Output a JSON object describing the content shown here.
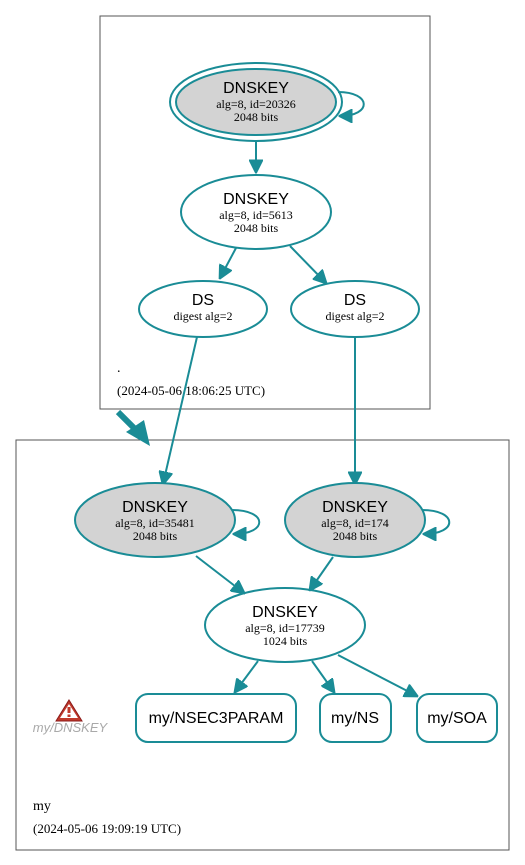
{
  "colors": {
    "accent": "#1a8c96",
    "ksk_fill": "#d3d3d3",
    "zone_border": "#555555",
    "warning_red": "#c0392b",
    "warning_text": "#a9a9a9"
  },
  "root_zone": {
    "name": ".",
    "timestamp": "(2024-05-06 18:06:25 UTC)",
    "ksk": {
      "title": "DNSKEY",
      "line1": "alg=8, id=20326",
      "line2": "2048 bits"
    },
    "zsk": {
      "title": "DNSKEY",
      "line1": "alg=8, id=5613",
      "line2": "2048 bits"
    },
    "ds_left": {
      "title": "DS",
      "line1": "digest alg=2"
    },
    "ds_right": {
      "title": "DS",
      "line1": "digest alg=2"
    }
  },
  "my_zone": {
    "name": "my",
    "timestamp": "(2024-05-06 19:09:19 UTC)",
    "ksk_left": {
      "title": "DNSKEY",
      "line1": "alg=8, id=35481",
      "line2": "2048 bits"
    },
    "ksk_right": {
      "title": "DNSKEY",
      "line1": "alg=8, id=174",
      "line2": "2048 bits"
    },
    "zsk": {
      "title": "DNSKEY",
      "line1": "alg=8, id=17739",
      "line2": "1024 bits"
    },
    "rrsets": [
      {
        "label": "my/NSEC3PARAM"
      },
      {
        "label": "my/NS"
      },
      {
        "label": "my/SOA"
      }
    ],
    "warning": {
      "label": "my/DNSKEY",
      "icon": "warning-triangle-icon"
    }
  }
}
